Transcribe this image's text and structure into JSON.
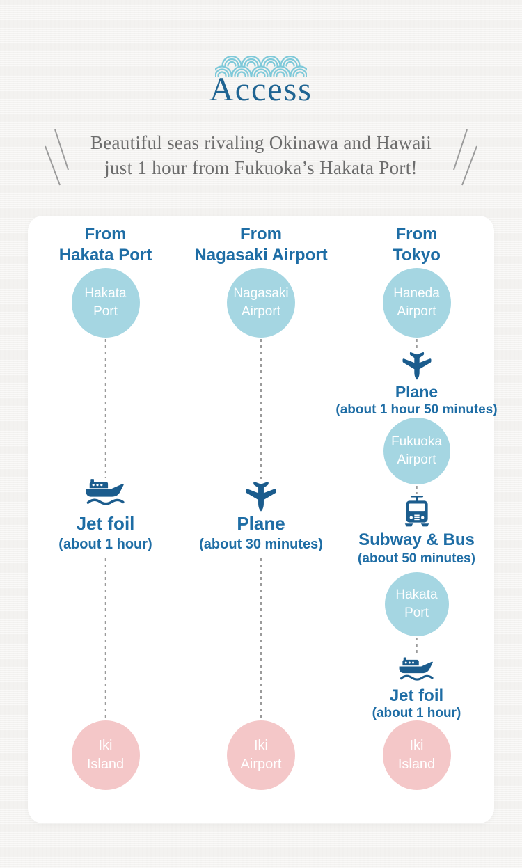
{
  "header": {
    "title": "Access",
    "subtitle_line1": "Beautiful seas rivaling Okinawa and Hawaii",
    "subtitle_line2": "just 1 hour from Fukuoka’s Hakata Port!",
    "ornament_icon": "seigaiha-wave-icon",
    "left_decoration_icon": "backslash-lines-icon",
    "right_decoration_icon": "slash-lines-icon"
  },
  "colors": {
    "title_blue": "#1f6492",
    "text_blue": "#1e6da5",
    "icon_blue": "#1b5c8d",
    "circle_blue": "#a5d6e2",
    "circle_pink": "#f4c7c8",
    "subtitle_gray": "#6c6c6c",
    "dash_gray": "#9b9b9b",
    "wave_ornament": "#7ec9d9",
    "page_bg": "#f5f4f2",
    "card_bg": "#ffffff"
  },
  "columns": [
    {
      "header_line1": "From",
      "header_line2": "Hakata Port",
      "start": {
        "line1": "Hakata",
        "line2": "Port"
      },
      "leg1": {
        "icon": "jetfoil-icon",
        "label": "Jet foil",
        "duration": "(about 1 hour)"
      },
      "end": {
        "line1": "Iki",
        "line2": "Island"
      }
    },
    {
      "header_line1": "From",
      "header_line2": "Nagasaki Airport",
      "start": {
        "line1": "Nagasaki",
        "line2": "Airport"
      },
      "leg1": {
        "icon": "plane-icon",
        "label": "Plane",
        "duration": "(about 30 minutes)"
      },
      "end": {
        "line1": "Iki",
        "line2": "Airport"
      }
    },
    {
      "header_line1": "From",
      "header_line2": "Tokyo",
      "start": {
        "line1": "Haneda",
        "line2": "Airport"
      },
      "leg1": {
        "icon": "plane-icon",
        "label": "Plane",
        "duration": "(about 1 hour 50 minutes)"
      },
      "stop1": {
        "line1": "Fukuoka",
        "line2": "Airport"
      },
      "leg2": {
        "icon": "train-icon",
        "label": "Subway & Bus",
        "duration": "(about 50 minutes)"
      },
      "stop2": {
        "line1": "Hakata",
        "line2": "Port"
      },
      "leg3": {
        "icon": "jetfoil-icon",
        "label": "Jet foil",
        "duration": "(about 1 hour)"
      },
      "end": {
        "line1": "Iki",
        "line2": "Island"
      }
    }
  ]
}
